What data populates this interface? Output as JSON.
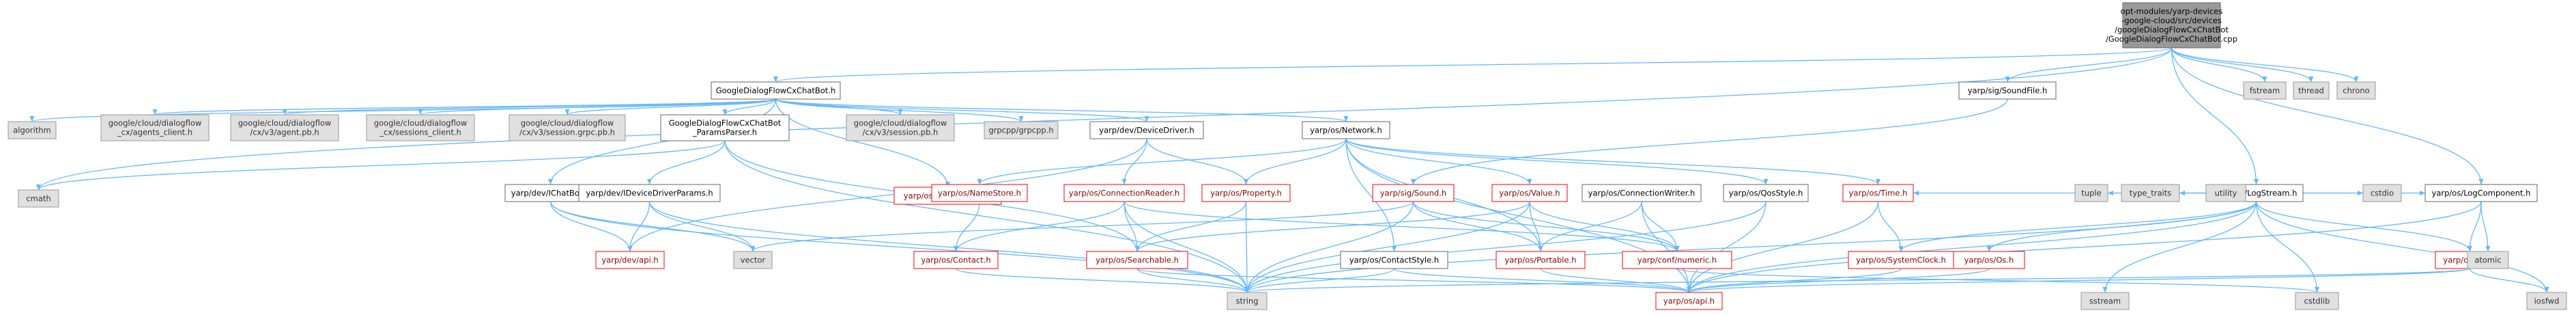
{
  "diagram": {
    "colors": {
      "edge": "#63b8ff",
      "external_fill": "#e0e0e0",
      "incomplete_border": "#ff0000",
      "root_fill": "#999999"
    },
    "nodes": [
      {
        "id": "root",
        "style": "root",
        "lines": [
          "opt-modules/yarp-devices",
          "-google-cloud/src/devices",
          "/googleDialogFlowCxChatBot",
          "/GoogleDialogFlowCxChatBot.cpp"
        ]
      },
      {
        "id": "hdr",
        "style": "doc",
        "lines": [
          "GoogleDialogFlowCxChatBot.h"
        ]
      },
      {
        "id": "soundfile",
        "style": "doc",
        "lines": [
          "yarp/sig/SoundFile.h"
        ]
      },
      {
        "id": "fstream",
        "style": "ext",
        "lines": [
          "fstream"
        ]
      },
      {
        "id": "thread",
        "style": "ext",
        "lines": [
          "thread"
        ]
      },
      {
        "id": "chrono",
        "style": "ext",
        "lines": [
          "chrono"
        ]
      },
      {
        "id": "logstream",
        "style": "doc",
        "lines": [
          "yarp/os/LogStream.h"
        ]
      },
      {
        "id": "algorithm",
        "style": "ext",
        "lines": [
          "algorithm"
        ]
      },
      {
        "id": "agents_client",
        "style": "ext",
        "lines": [
          "google/cloud/dialogflow",
          "_cx/agents_client.h"
        ]
      },
      {
        "id": "agent_pb",
        "style": "ext",
        "lines": [
          "google/cloud/dialogflow",
          "/cx/v3/agent.pb.h"
        ]
      },
      {
        "id": "sessions_client",
        "style": "ext",
        "lines": [
          "google/cloud/dialogflow",
          "_cx/sessions_client.h"
        ]
      },
      {
        "id": "session_grpc",
        "style": "ext",
        "lines": [
          "google/cloud/dialogflow",
          "/cx/v3/session.grpc.pb.h"
        ]
      },
      {
        "id": "params_parser",
        "style": "doc",
        "lines": [
          "GoogleDialogFlowCxChatBot",
          "_ParamsParser.h"
        ]
      },
      {
        "id": "session_pb",
        "style": "ext",
        "lines": [
          "google/cloud/dialogflow",
          "/cx/v3/session.pb.h"
        ]
      },
      {
        "id": "grpcpp",
        "style": "ext",
        "lines": [
          "grpcpp/grpcpp.h"
        ]
      },
      {
        "id": "devicedriver",
        "style": "doc",
        "lines": [
          "yarp/dev/DeviceDriver.h"
        ]
      },
      {
        "id": "network",
        "style": "doc",
        "lines": [
          "yarp/os/Network.h"
        ]
      },
      {
        "id": "cmath",
        "style": "ext",
        "lines": [
          "cmath"
        ]
      },
      {
        "id": "ichatbot",
        "style": "doc",
        "lines": [
          "yarp/dev/IChatBot.h"
        ]
      },
      {
        "id": "devicedriverparams",
        "style": "doc",
        "lines": [
          "yarp/dev/IDeviceDriverParams.h"
        ]
      },
      {
        "id": "bufferedport",
        "style": "red",
        "lines": [
          "yarp/os/BufferedPort.h"
        ]
      },
      {
        "id": "namestore",
        "style": "red",
        "lines": [
          "yarp/os/NameStore.h"
        ]
      },
      {
        "id": "connectionreader",
        "style": "red",
        "lines": [
          "yarp/os/ConnectionReader.h"
        ]
      },
      {
        "id": "property",
        "style": "red",
        "lines": [
          "yarp/os/Property.h"
        ]
      },
      {
        "id": "sound",
        "style": "red",
        "lines": [
          "yarp/sig/Sound.h"
        ]
      },
      {
        "id": "value",
        "style": "red",
        "lines": [
          "yarp/os/Value.h"
        ]
      },
      {
        "id": "connectionwriter",
        "style": "doc",
        "lines": [
          "yarp/os/ConnectionWriter.h"
        ]
      },
      {
        "id": "qosstyle",
        "style": "doc",
        "lines": [
          "yarp/os/QosStyle.h"
        ]
      },
      {
        "id": "time",
        "style": "red",
        "lines": [
          "yarp/os/Time.h"
        ]
      },
      {
        "id": "tuple",
        "style": "ext",
        "lines": [
          "tuple"
        ]
      },
      {
        "id": "type_traits",
        "style": "ext",
        "lines": [
          "type_traits"
        ]
      },
      {
        "id": "utility",
        "style": "ext",
        "lines": [
          "utility"
        ]
      },
      {
        "id": "cstdio",
        "style": "ext",
        "lines": [
          "cstdio"
        ]
      },
      {
        "id": "logcomponent",
        "style": "doc",
        "lines": [
          "yarp/os/LogComponent.h"
        ]
      },
      {
        "id": "dev_api",
        "style": "red",
        "lines": [
          "yarp/dev/api.h"
        ]
      },
      {
        "id": "vector",
        "style": "ext",
        "lines": [
          "vector"
        ]
      },
      {
        "id": "contact",
        "style": "red",
        "lines": [
          "yarp/os/Contact.h"
        ]
      },
      {
        "id": "searchable",
        "style": "red",
        "lines": [
          "yarp/os/Searchable.h"
        ]
      },
      {
        "id": "contactstyle",
        "style": "doc",
        "lines": [
          "yarp/os/ContactStyle.h"
        ]
      },
      {
        "id": "portable",
        "style": "red",
        "lines": [
          "yarp/os/Portable.h"
        ]
      },
      {
        "id": "numeric",
        "style": "red",
        "lines": [
          "yarp/conf/numeric.h"
        ]
      },
      {
        "id": "systemclock",
        "style": "red",
        "lines": [
          "yarp/os/SystemClock.h"
        ]
      },
      {
        "id": "os_h",
        "style": "red",
        "lines": [
          "yarp/os/Os.h"
        ]
      },
      {
        "id": "log",
        "style": "red",
        "lines": [
          "yarp/os/Log.h"
        ]
      },
      {
        "id": "atomic",
        "style": "ext",
        "lines": [
          "atomic"
        ]
      },
      {
        "id": "string",
        "style": "ext",
        "lines": [
          "string"
        ]
      },
      {
        "id": "os_api",
        "style": "red",
        "lines": [
          "yarp/os/api.h"
        ]
      },
      {
        "id": "sstream",
        "style": "ext",
        "lines": [
          "sstream"
        ]
      },
      {
        "id": "cstdlib",
        "style": "ext",
        "lines": [
          "cstdlib"
        ]
      },
      {
        "id": "iosfwd",
        "style": "ext",
        "lines": [
          "iosfwd"
        ]
      }
    ],
    "edges": [
      [
        "root",
        "hdr"
      ],
      [
        "root",
        "soundfile"
      ],
      [
        "root",
        "fstream"
      ],
      [
        "root",
        "thread"
      ],
      [
        "root",
        "chrono"
      ],
      [
        "root",
        "logstream"
      ],
      [
        "root",
        "cmath"
      ],
      [
        "root",
        "logcomponent"
      ],
      [
        "hdr",
        "algorithm"
      ],
      [
        "hdr",
        "agents_client"
      ],
      [
        "hdr",
        "agent_pb"
      ],
      [
        "hdr",
        "sessions_client"
      ],
      [
        "hdr",
        "session_grpc"
      ],
      [
        "hdr",
        "params_parser"
      ],
      [
        "hdr",
        "session_pb"
      ],
      [
        "hdr",
        "grpcpp"
      ],
      [
        "hdr",
        "devicedriver"
      ],
      [
        "hdr",
        "network"
      ],
      [
        "hdr",
        "ichatbot"
      ],
      [
        "hdr",
        "bufferedport"
      ],
      [
        "soundfile",
        "sound"
      ],
      [
        "params_parser",
        "cmath"
      ],
      [
        "params_parser",
        "devicedriverparams"
      ],
      [
        "params_parser",
        "searchable"
      ],
      [
        "params_parser",
        "string"
      ],
      [
        "devicedriver",
        "dev_api"
      ],
      [
        "devicedriver",
        "property"
      ],
      [
        "devicedriver",
        "connectionreader"
      ],
      [
        "network",
        "namestore"
      ],
      [
        "network",
        "property"
      ],
      [
        "network",
        "value"
      ],
      [
        "network",
        "contactstyle"
      ],
      [
        "network",
        "portable"
      ],
      [
        "network",
        "qosstyle"
      ],
      [
        "network",
        "time"
      ],
      [
        "network",
        "os_api"
      ],
      [
        "ichatbot",
        "dev_api"
      ],
      [
        "ichatbot",
        "vector"
      ],
      [
        "ichatbot",
        "string"
      ],
      [
        "devicedriverparams",
        "dev_api"
      ],
      [
        "devicedriverparams",
        "vector"
      ],
      [
        "devicedriverparams",
        "string"
      ],
      [
        "namestore",
        "contact"
      ],
      [
        "connectionreader",
        "contact"
      ],
      [
        "connectionreader",
        "searchable"
      ],
      [
        "connectionreader",
        "numeric"
      ],
      [
        "connectionreader",
        "string"
      ],
      [
        "property",
        "searchable"
      ],
      [
        "property",
        "string"
      ],
      [
        "sound",
        "portable"
      ],
      [
        "sound",
        "numeric"
      ],
      [
        "sound",
        "vector"
      ],
      [
        "sound",
        "string"
      ],
      [
        "value",
        "searchable"
      ],
      [
        "value",
        "portable"
      ],
      [
        "value",
        "numeric"
      ],
      [
        "value",
        "string"
      ],
      [
        "connectionwriter",
        "portable"
      ],
      [
        "connectionwriter",
        "numeric"
      ],
      [
        "connectionwriter",
        "os_api"
      ],
      [
        "qosstyle",
        "os_api"
      ],
      [
        "qosstyle",
        "string"
      ],
      [
        "time",
        "systemclock"
      ],
      [
        "time",
        "os_api"
      ],
      [
        "logstream",
        "time"
      ],
      [
        "logstream",
        "tuple"
      ],
      [
        "logstream",
        "type_traits"
      ],
      [
        "logstream",
        "utility"
      ],
      [
        "logstream",
        "cstdio"
      ],
      [
        "logstream",
        "logcomponent"
      ],
      [
        "logstream",
        "os_h"
      ],
      [
        "logstream",
        "log"
      ],
      [
        "logstream",
        "systemclock"
      ],
      [
        "logstream",
        "string"
      ],
      [
        "logstream",
        "sstream"
      ],
      [
        "logstream",
        "cstdlib"
      ],
      [
        "logstream",
        "iosfwd"
      ],
      [
        "logstream",
        "os_api"
      ],
      [
        "logcomponent",
        "atomic"
      ],
      [
        "logcomponent",
        "log"
      ],
      [
        "logcomponent",
        "os_api"
      ],
      [
        "contact",
        "string"
      ],
      [
        "searchable",
        "string"
      ],
      [
        "searchable",
        "os_api"
      ],
      [
        "contactstyle",
        "string"
      ],
      [
        "contactstyle",
        "os_api"
      ],
      [
        "portable",
        "os_api"
      ],
      [
        "numeric",
        "cstdlib"
      ],
      [
        "systemclock",
        "os_api"
      ],
      [
        "os_h",
        "os_api"
      ],
      [
        "log",
        "iosfwd"
      ],
      [
        "log",
        "os_api"
      ],
      [
        "log",
        "string"
      ]
    ]
  }
}
